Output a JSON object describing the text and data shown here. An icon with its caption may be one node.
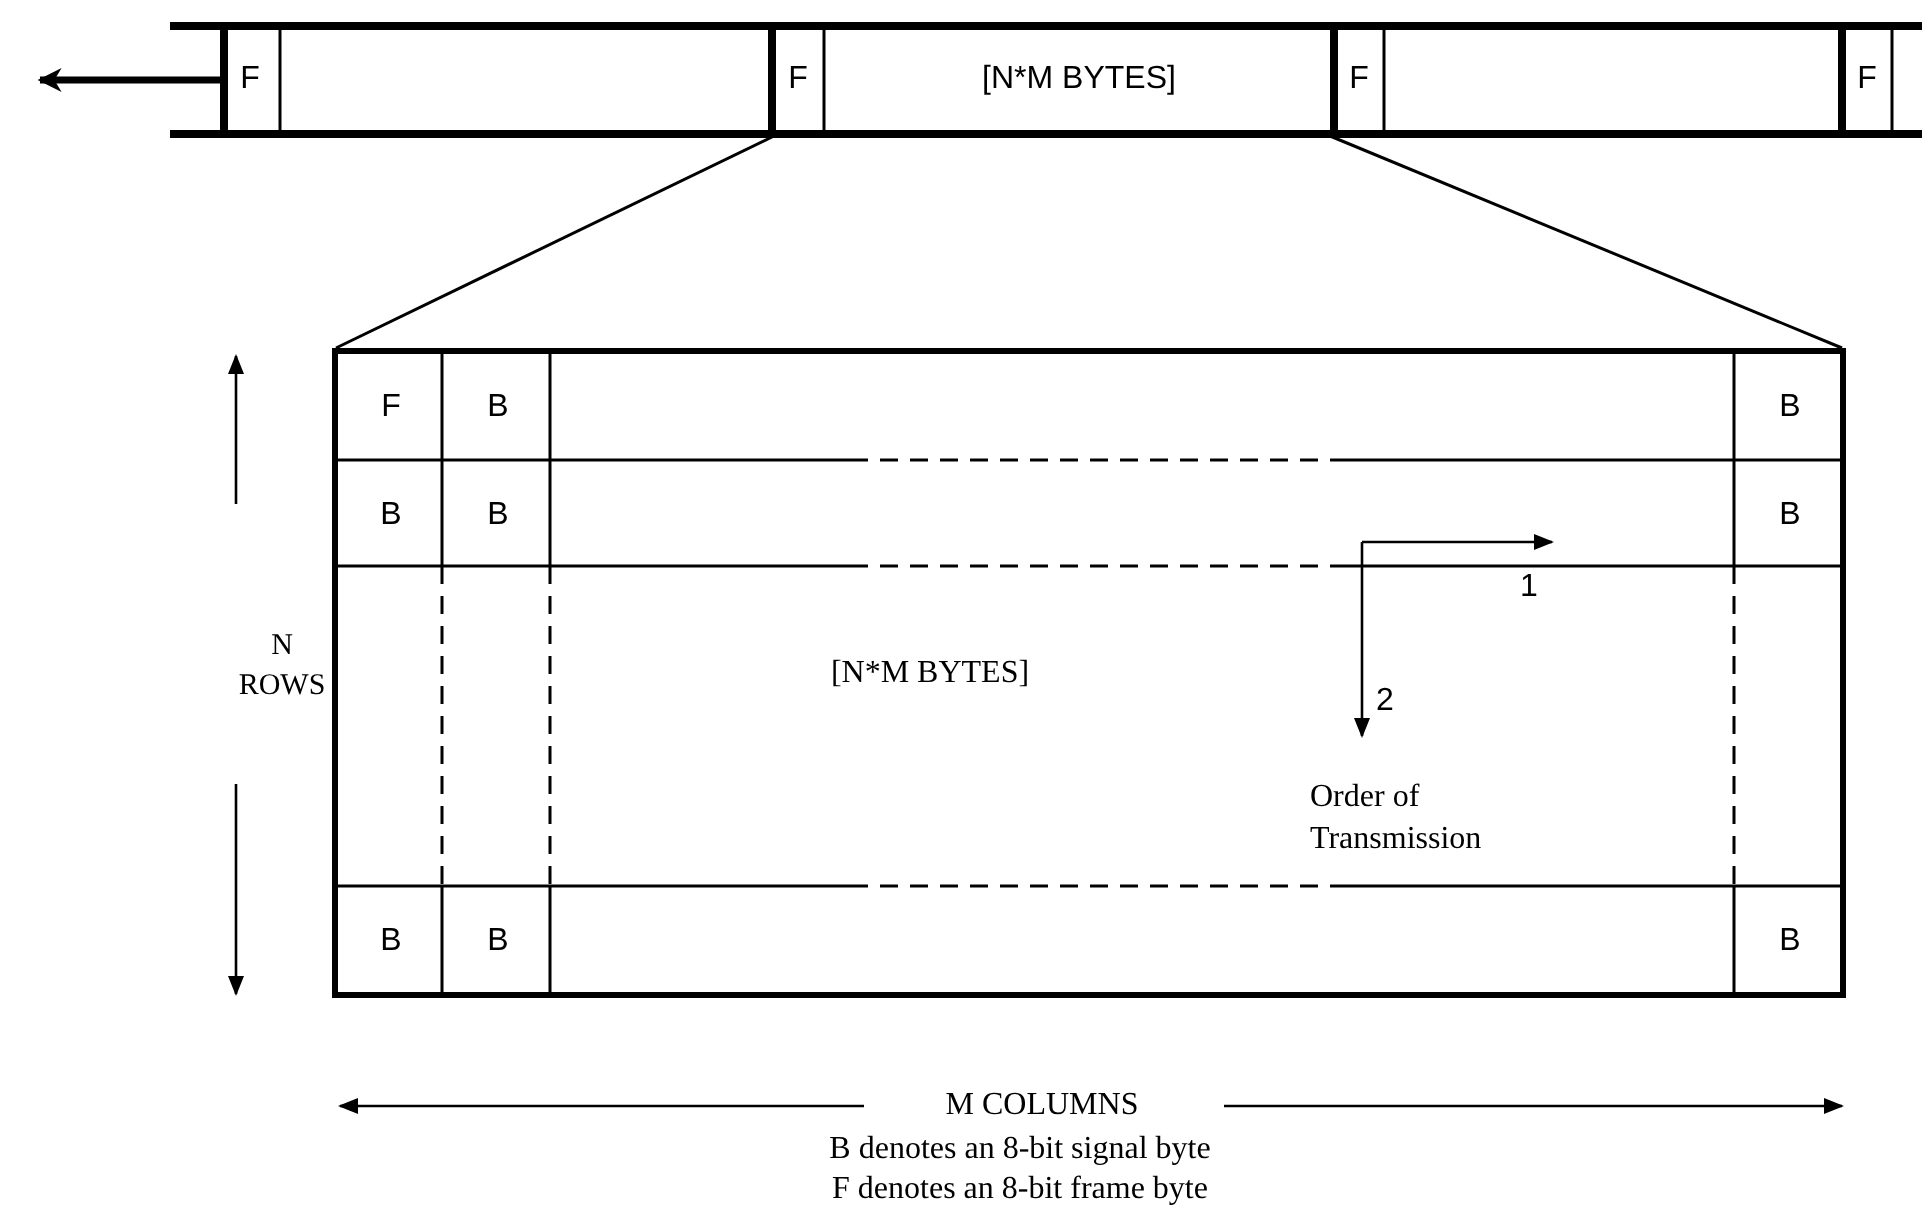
{
  "diagram": {
    "nodes": [
      {
        "text": [
          "F"
        ]
      },
      {
        "text": [],
        "shape": "box"
      },
      {
        "text": [
          "F"
        ]
      },
      {
        "text": [
          "[N*M BYTES]"
        ]
      },
      {
        "text": [
          "F"
        ]
      },
      {
        "text": [],
        "shape": "box"
      },
      {
        "text": [
          "F"
        ]
      },
      {
        "text": [],
        "shape": "box"
      },
      {
        "text": [
          "F"
        ],
        "in": 7
      },
      {
        "text": [
          "B"
        ],
        "in": 7
      },
      {
        "text": [
          "B"
        ],
        "in": 7
      },
      {
        "text": [
          "B"
        ],
        "in": 7
      },
      {
        "text": [
          "B"
        ],
        "in": 7
      },
      {
        "text": [
          "B"
        ],
        "in": 7
      },
      {
        "text": [
          "B"
        ],
        "in": 7
      },
      {
        "text": [
          "B"
        ],
        "in": 7
      },
      {
        "text": [
          "B"
        ],
        "in": 7
      }
    ],
    "edges": [
      {
        "from": 0,
        "to": null,
        "arrow": "to",
        "style": "thick"
      },
      {
        "from": 2,
        "to": 7,
        "arrow": "none"
      },
      {
        "from": 3,
        "to": 7,
        "arrow": "none"
      }
    ],
    "labels": [
      "1",
      "N ROWS",
      "[N*M BYTES]",
      "2",
      "Order of Transmission",
      "M COLUMNS",
      "B denotes an 8-bit signal byte",
      "F denotes an 8-bit frame byte"
    ]
  }
}
